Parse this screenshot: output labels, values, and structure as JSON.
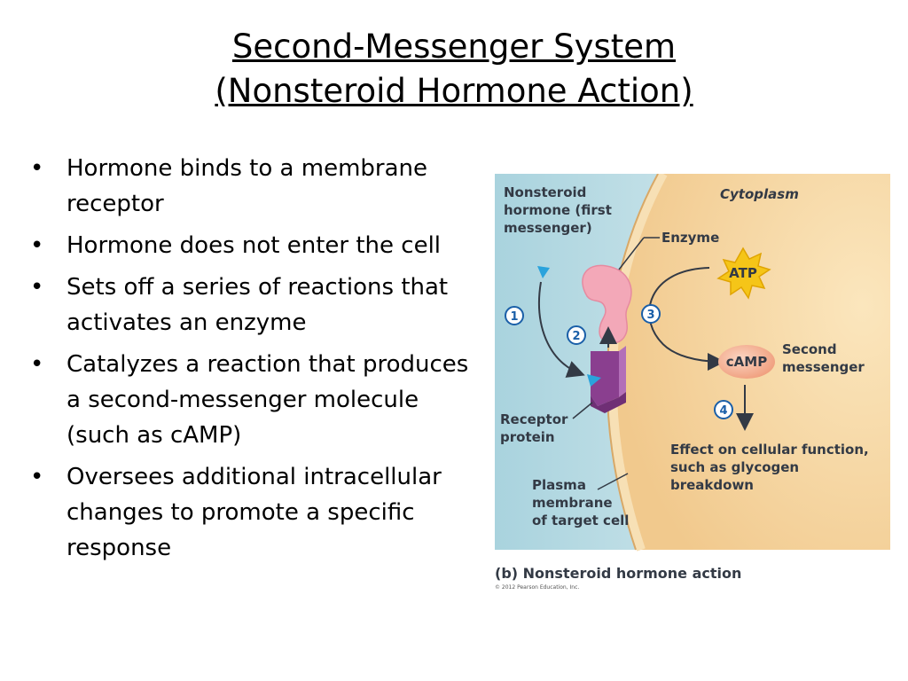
{
  "title": {
    "line1": "Second-Messenger System",
    "line2": "(Nonsteroid Hormone Action)"
  },
  "bullets": [
    "Hormone binds to a membrane receptor",
    "Hormone does not enter the cell",
    "Sets off a series of reactions that activates an enzyme",
    "Catalyzes a reaction that produces a second-messenger molecule (such as cAMP)",
    "Oversees additional intracellular changes to promote a specific response"
  ],
  "figure": {
    "hormone_label": [
      "Nonsteroid",
      "hormone (first",
      "messenger)"
    ],
    "cytoplasm_label": "Cytoplasm",
    "enzyme_label": "Enzyme",
    "atp_label": "ATP",
    "camp_label": "cAMP",
    "second_messenger_label": [
      "Second",
      "messenger"
    ],
    "receptor_label": [
      "Receptor",
      "protein"
    ],
    "effect_label": [
      "Effect on cellular function,",
      "such as glycogen",
      "breakdown"
    ],
    "membrane_label": [
      "Plasma",
      "membrane",
      "of target cell"
    ],
    "steps": [
      "1",
      "2",
      "3",
      "4"
    ],
    "caption": "(b)  Nonsteroid hormone action",
    "copyright": "© 2012 Pearson Education, Inc."
  },
  "colors": {
    "extracellular": "#cfe6ec",
    "cytoplasm": "#f6d9a6",
    "membrane": "#eec684",
    "enzyme": "#f3a8b8",
    "receptor": "#9a4f9e",
    "hormone": "#2aa3dc",
    "atp": "#f5c518",
    "camp": "#f4a98a",
    "step_circle": "#1a5fa8"
  }
}
